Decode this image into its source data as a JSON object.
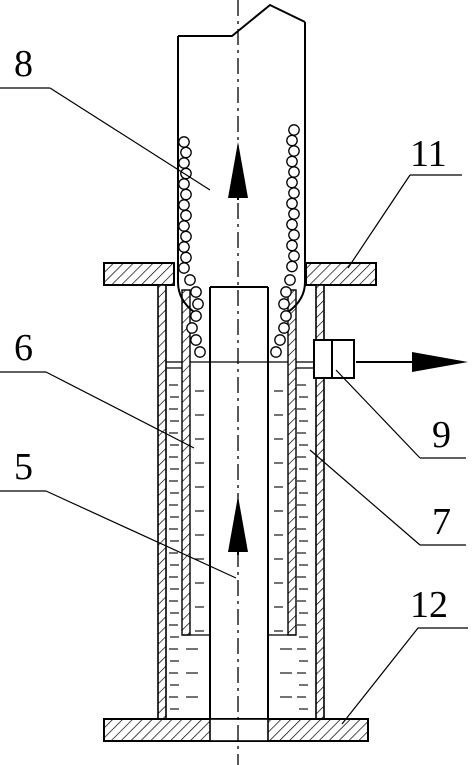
{
  "labels": {
    "l5": "5",
    "l6": "6",
    "l7": "7",
    "l8": "8",
    "l9": "9",
    "l11": "11",
    "l12": "12"
  }
}
